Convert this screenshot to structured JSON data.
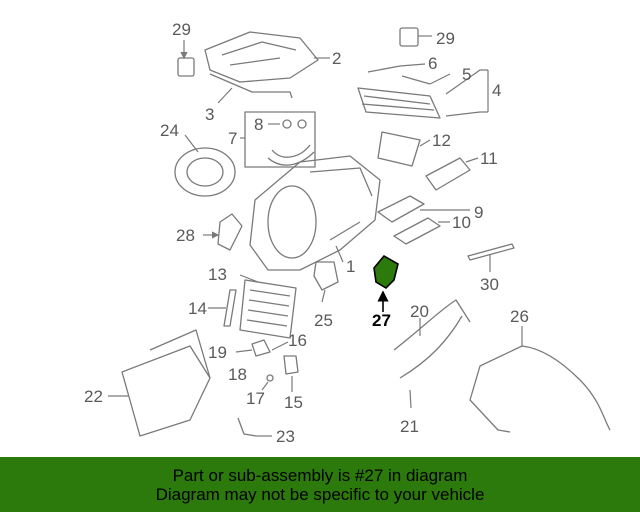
{
  "callouts": [
    "29",
    "2",
    "29",
    "6",
    "5",
    "4",
    "3",
    "8",
    "7",
    "24",
    "12",
    "11",
    "9",
    "10",
    "28",
    "1",
    "13",
    "30",
    "27",
    "14",
    "25",
    "20",
    "26",
    "16",
    "19",
    "18",
    "17",
    "15",
    "22",
    "21",
    "23"
  ],
  "highlight": "27",
  "banner": {
    "line1": "Part or sub-assembly is #27 in diagram",
    "line2": "Diagram may not be specific to your vehicle"
  },
  "colors": {
    "banner": "#2b7a0b",
    "highlight_part": "#2b7a0b",
    "lines": "#7a7a7a"
  }
}
